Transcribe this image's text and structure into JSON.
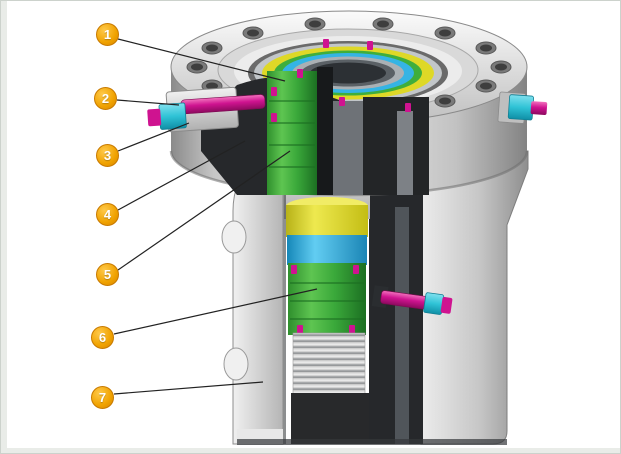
{
  "diagram": {
    "callouts": [
      {
        "label": "1"
      },
      {
        "label": "2"
      },
      {
        "label": "3"
      },
      {
        "label": "4"
      },
      {
        "label": "5"
      },
      {
        "label": "6"
      },
      {
        "label": "7"
      }
    ],
    "colors": {
      "callout_fill": "#f0a200",
      "callout_fill_edge": "#c87a00",
      "callout_text": "#ffffff",
      "leader_line": "#222222",
      "part_green": "#3fae3c",
      "part_yellow": "#ded827",
      "part_cyan": "#35b4e4",
      "part_magenta": "#cf1390",
      "part_teal": "#2fc3d6",
      "metal_light": "#efefef",
      "metal_mid": "#c2c2c2",
      "metal_dark": "#8c8c8c",
      "section_dark": "#26282b",
      "background": "#ffffff"
    }
  }
}
